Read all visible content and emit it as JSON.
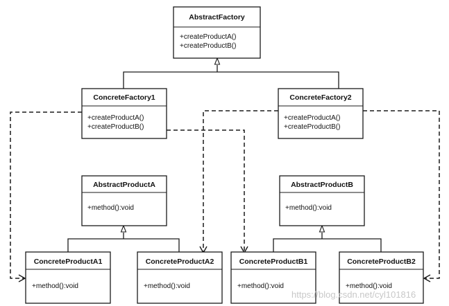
{
  "diagram": {
    "classes": {
      "abstract_factory": {
        "name": "AbstractFactory",
        "operations": [
          "+createProductA()",
          "+createProductB()"
        ]
      },
      "concrete_factory_1": {
        "name": "ConcreteFactory1",
        "operations": [
          "+createProductA()",
          "+createProductB()"
        ]
      },
      "concrete_factory_2": {
        "name": "ConcreteFactory2",
        "operations": [
          "+createProductA()",
          "+createProductB()"
        ]
      },
      "abstract_product_a": {
        "name": "AbstractProductA",
        "operations": [
          "+method():void"
        ]
      },
      "abstract_product_b": {
        "name": "AbstractProductB",
        "operations": [
          "+method():void"
        ]
      },
      "concrete_product_a1": {
        "name": "ConcreteProductA1",
        "operations": [
          "+method():void"
        ]
      },
      "concrete_product_a2": {
        "name": "ConcreteProductA2",
        "operations": [
          "+method():void"
        ]
      },
      "concrete_product_b1": {
        "name": "ConcreteProductB1",
        "operations": [
          "+method():void"
        ]
      },
      "concrete_product_b2": {
        "name": "ConcreteProductB2",
        "operations": [
          "+method():void"
        ]
      }
    },
    "relations": {
      "inheritance": [
        {
          "parent": "AbstractFactory",
          "children": [
            "ConcreteFactory1",
            "ConcreteFactory2"
          ]
        },
        {
          "parent": "AbstractProductA",
          "children": [
            "ConcreteProductA1",
            "ConcreteProductA2"
          ]
        },
        {
          "parent": "AbstractProductB",
          "children": [
            "ConcreteProductB1",
            "ConcreteProductB2"
          ]
        }
      ],
      "dependencies": [
        {
          "from": "ConcreteFactory1",
          "to": "ConcreteProductA1"
        },
        {
          "from": "ConcreteFactory1",
          "to": "ConcreteProductB1"
        },
        {
          "from": "ConcreteFactory2",
          "to": "ConcreteProductA2"
        },
        {
          "from": "ConcreteFactory2",
          "to": "ConcreteProductB2"
        }
      ]
    }
  },
  "watermark": "https://blog.csdn.net/cyl101816"
}
